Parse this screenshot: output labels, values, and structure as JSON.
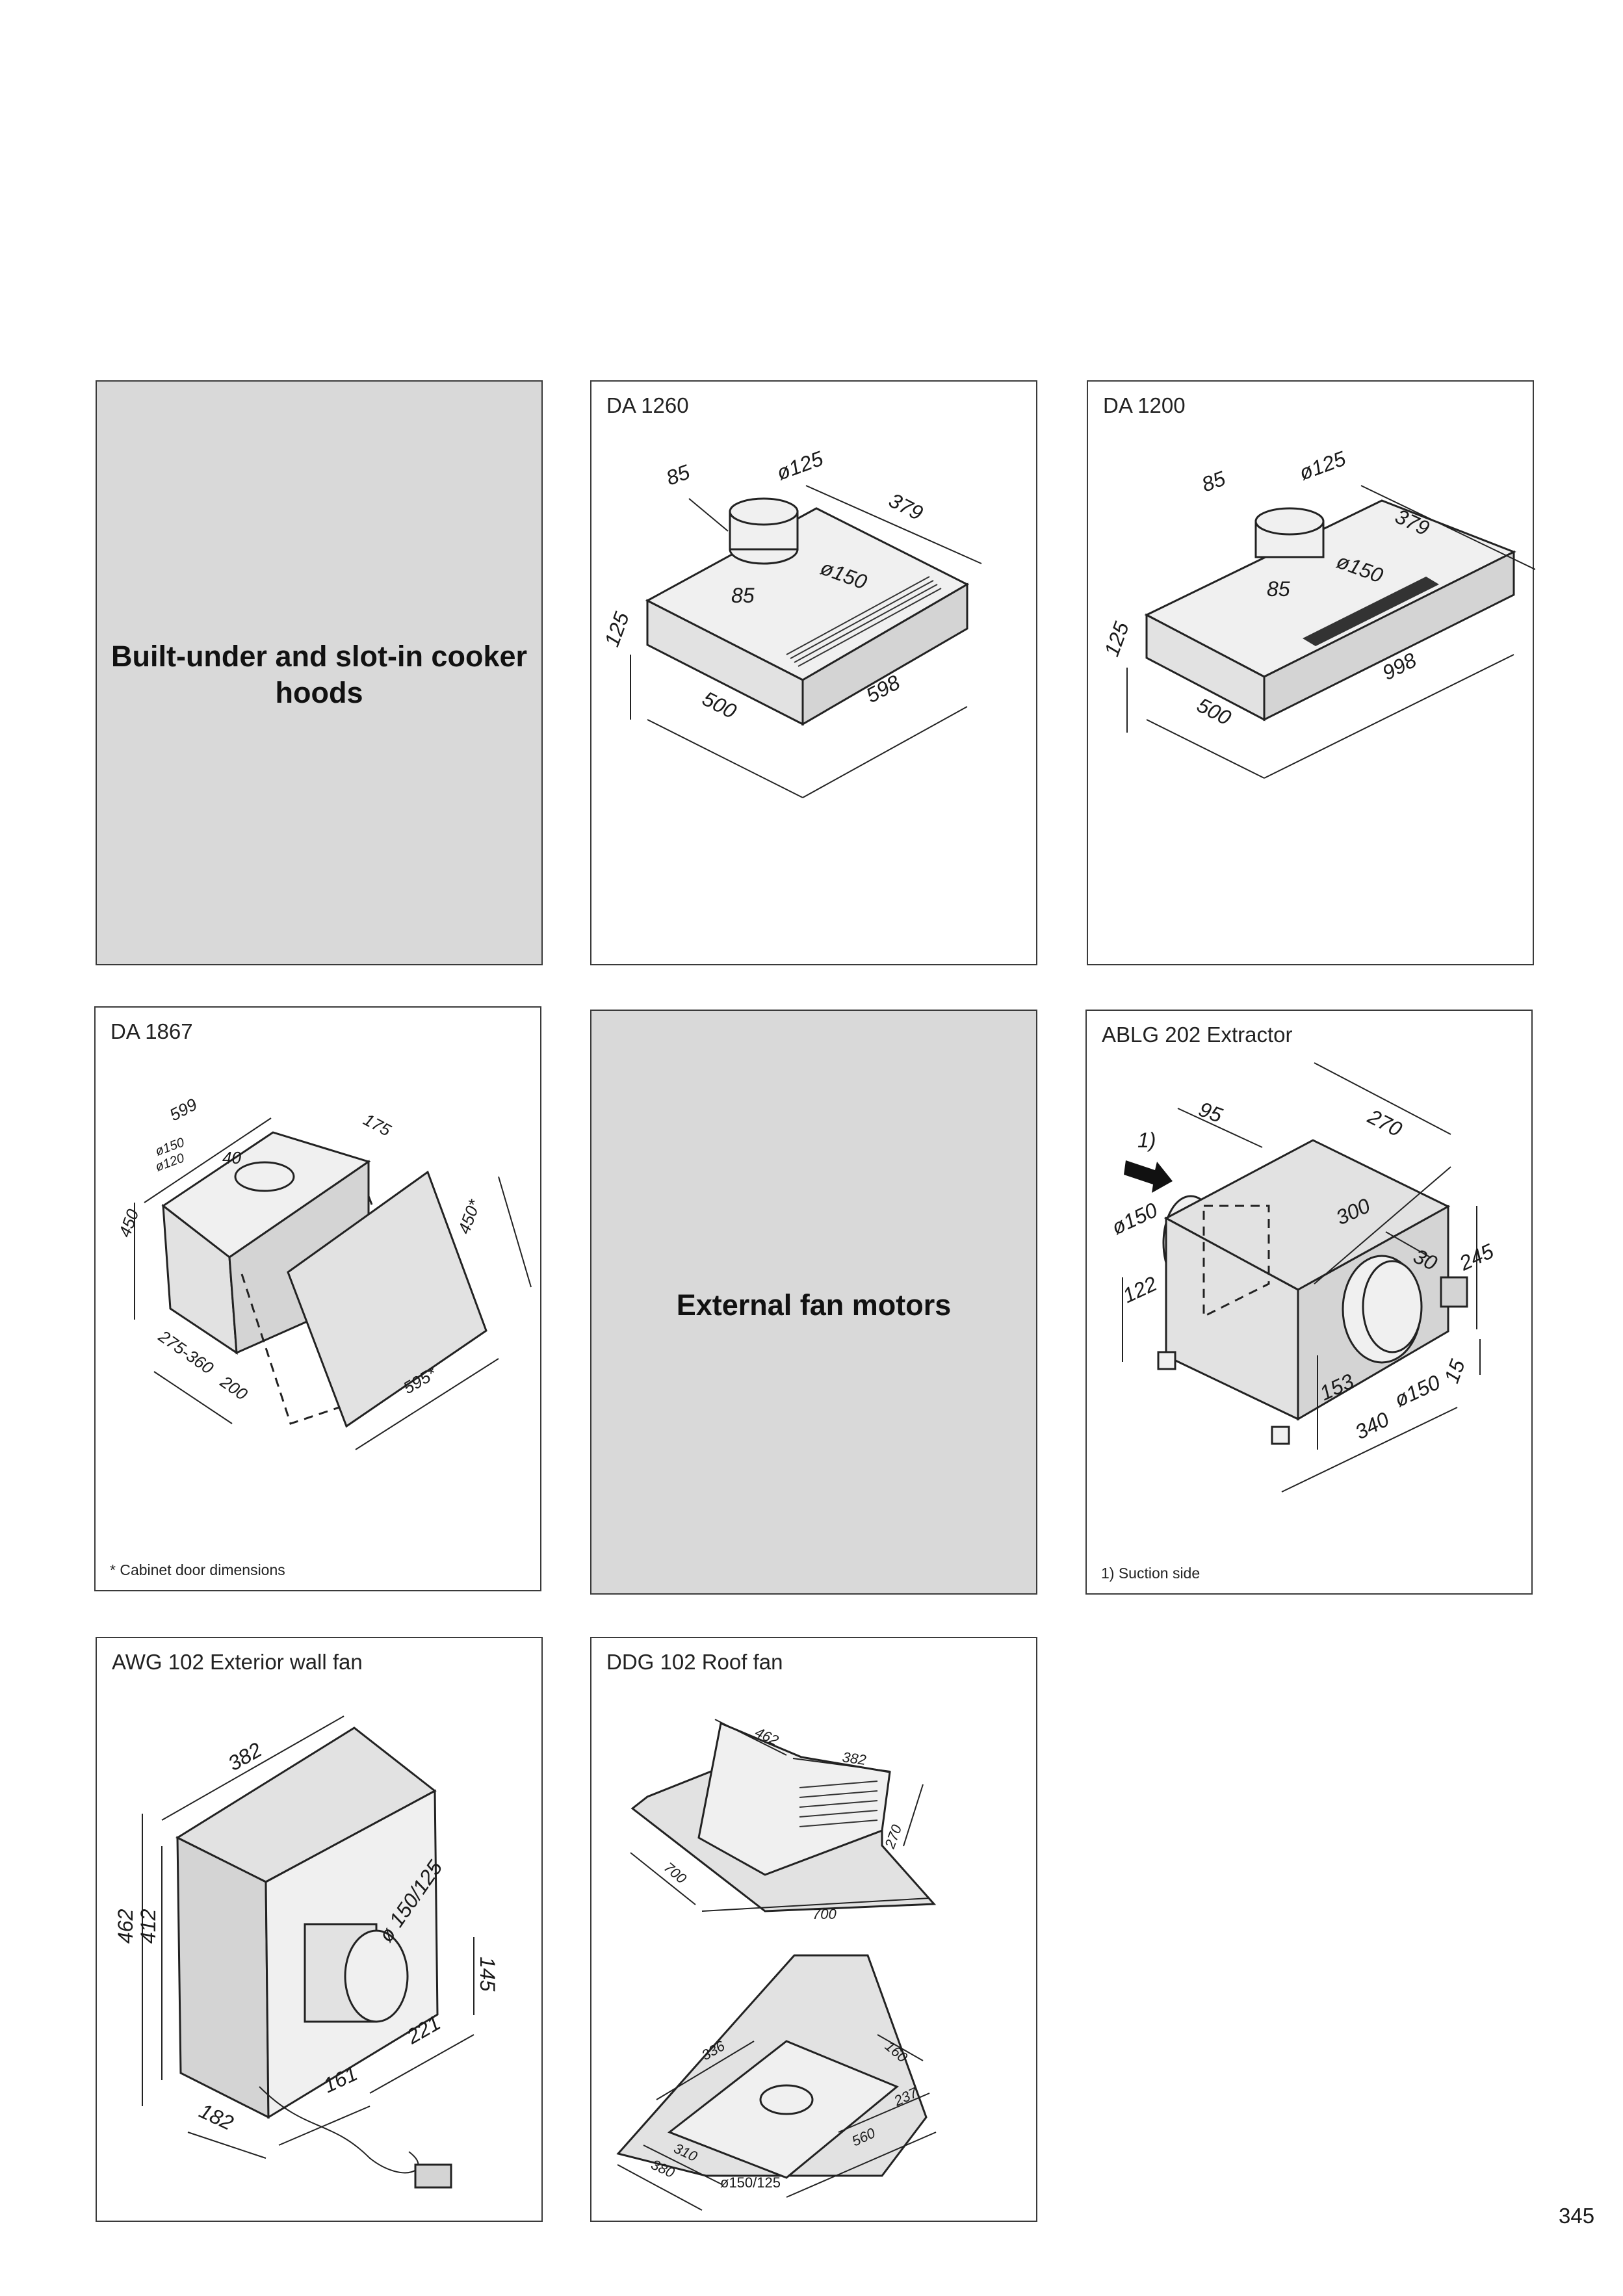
{
  "sections": {
    "cooker_hoods": "Built-under and slot-in cooker hoods",
    "fan_motors": "External fan motors"
  },
  "panels": {
    "da1260": {
      "title": "DA 1260",
      "dims": [
        "85",
        "ø125",
        "379",
        "ø150",
        "85",
        "125",
        "500",
        "598"
      ]
    },
    "da1200": {
      "title": "DA 1200",
      "dims": [
        "85",
        "ø125",
        "379",
        "ø150",
        "85",
        "125",
        "500",
        "998"
      ]
    },
    "da1867": {
      "title": "DA 1867",
      "dims": [
        "599",
        "ø150",
        "ø120",
        "40",
        "175",
        "450",
        "450*",
        "275-360",
        "200",
        "595*"
      ],
      "footnote": "* Cabinet door dimensions"
    },
    "ablg202": {
      "title": "ABLG 202 Extractor",
      "dims": [
        "1)",
        "95",
        "270",
        "ø150",
        "300",
        "30",
        "245",
        "122",
        "153",
        "ø150",
        "15",
        "340"
      ],
      "footnote": "1) Suction side"
    },
    "awg102": {
      "title": "AWG 102 Exterior wall fan",
      "dims": [
        "382",
        "462",
        "412",
        "ø 150/125",
        "145",
        "221",
        "161",
        "182"
      ]
    },
    "ddg102": {
      "title": "DDG 102 Roof fan",
      "dims": [
        "462",
        "382",
        "270",
        "700",
        "700",
        "336",
        "160",
        "237",
        "560",
        "310",
        "380",
        "ø150/125"
      ]
    }
  },
  "page_number": "345"
}
